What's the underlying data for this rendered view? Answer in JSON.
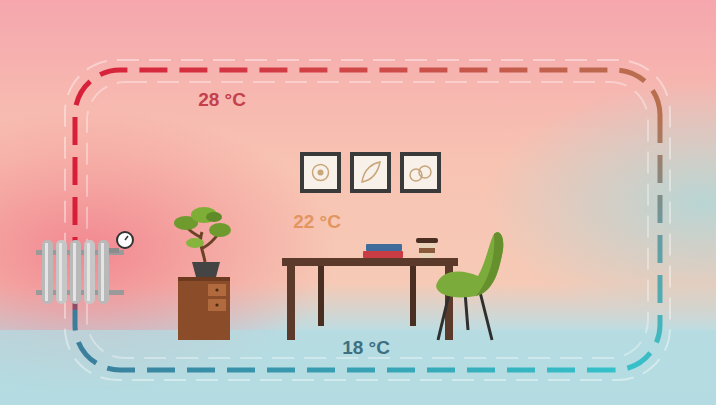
{
  "diagram": {
    "labels": [
      "28 °C",
      "22 °C",
      "18 °C"
    ]
  }
}
